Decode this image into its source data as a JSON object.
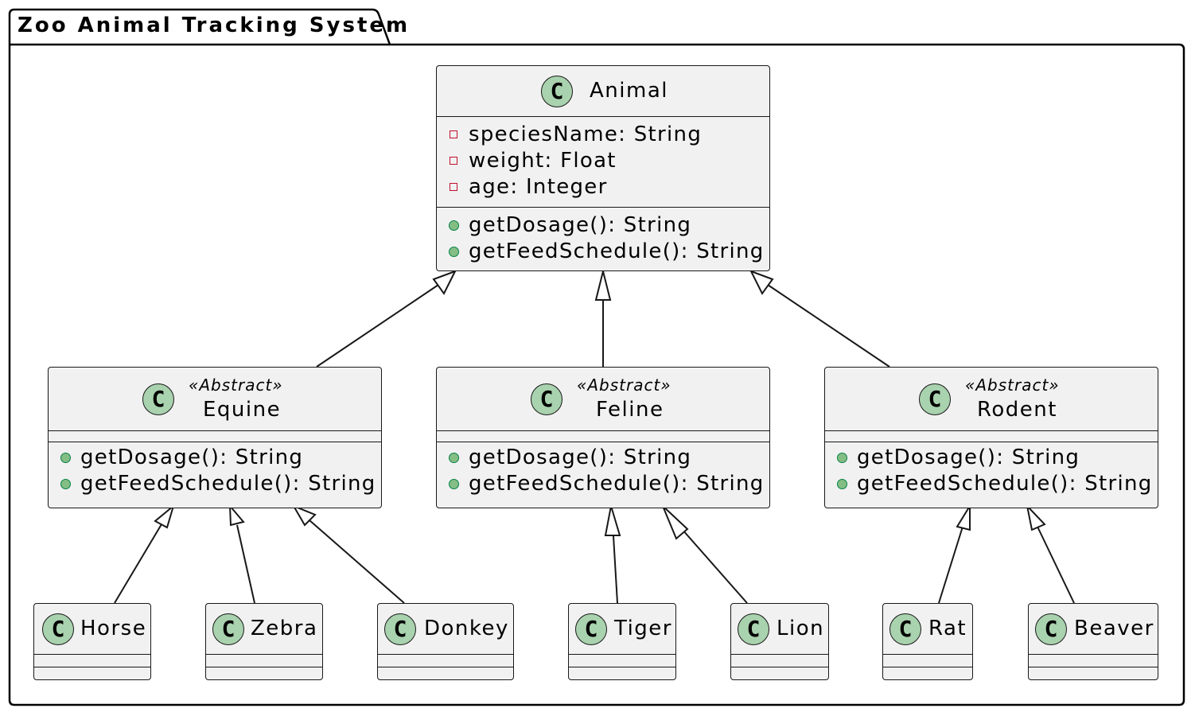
{
  "package": {
    "title": "Zoo Animal Tracking System"
  },
  "icon_glyph": "C",
  "classes": {
    "animal": {
      "name": "Animal",
      "attributes": [
        {
          "visibility": "private",
          "text": "speciesName: String"
        },
        {
          "visibility": "private",
          "text": "weight: Float"
        },
        {
          "visibility": "private",
          "text": "age: Integer"
        }
      ],
      "methods": [
        {
          "visibility": "public",
          "text": "getDosage(): String"
        },
        {
          "visibility": "public",
          "text": "getFeedSchedule(): String"
        }
      ]
    },
    "equine": {
      "name": "Equine",
      "stereotype": "«Abstract»",
      "methods": [
        {
          "visibility": "public",
          "text": "getDosage(): String"
        },
        {
          "visibility": "public",
          "text": "getFeedSchedule(): String"
        }
      ]
    },
    "feline": {
      "name": "Feline",
      "stereotype": "«Abstract»",
      "methods": [
        {
          "visibility": "public",
          "text": "getDosage(): String"
        },
        {
          "visibility": "public",
          "text": "getFeedSchedule(): String"
        }
      ]
    },
    "rodent": {
      "name": "Rodent",
      "stereotype": "«Abstract»",
      "methods": [
        {
          "visibility": "public",
          "text": "getDosage(): String"
        },
        {
          "visibility": "public",
          "text": "getFeedSchedule(): String"
        }
      ]
    },
    "horse": {
      "name": "Horse"
    },
    "zebra": {
      "name": "Zebra"
    },
    "donkey": {
      "name": "Donkey"
    },
    "tiger": {
      "name": "Tiger"
    },
    "lion": {
      "name": "Lion"
    },
    "rat": {
      "name": "Rat"
    },
    "beaver": {
      "name": "Beaver"
    }
  },
  "relations": [
    {
      "type": "generalization",
      "from": "Equine",
      "to": "Animal"
    },
    {
      "type": "generalization",
      "from": "Feline",
      "to": "Animal"
    },
    {
      "type": "generalization",
      "from": "Rodent",
      "to": "Animal"
    },
    {
      "type": "generalization",
      "from": "Horse",
      "to": "Equine"
    },
    {
      "type": "generalization",
      "from": "Zebra",
      "to": "Equine"
    },
    {
      "type": "generalization",
      "from": "Donkey",
      "to": "Equine"
    },
    {
      "type": "generalization",
      "from": "Tiger",
      "to": "Feline"
    },
    {
      "type": "generalization",
      "from": "Lion",
      "to": "Feline"
    },
    {
      "type": "generalization",
      "from": "Rat",
      "to": "Rodent"
    },
    {
      "type": "generalization",
      "from": "Beaver",
      "to": "Rodent"
    }
  ]
}
